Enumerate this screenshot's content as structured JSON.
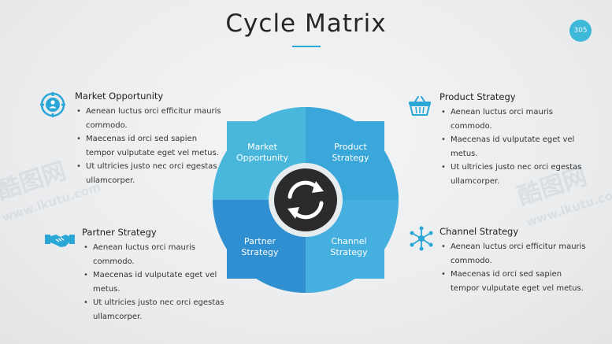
{
  "title": "Cycle Matrix",
  "page_number": "305",
  "quadrants": {
    "top_left": "Market Opportunity",
    "top_right": "Product Strategy",
    "bottom_left": "Partner Strategy",
    "bottom_right": "Channel Strategy"
  },
  "blocks": {
    "market": {
      "heading": "Market Opportunity",
      "bullets": [
        "Aenean luctus orci efficitur mauris",
        "commodo.",
        "Maecenas id orci sed sapien",
        "tempor vulputate eget vel metus.",
        "Ut ultricies justo nec orci egestas",
        "ullamcorper."
      ]
    },
    "product": {
      "heading": "Product Strategy",
      "bullets": [
        "Aenean luctus orci mauris",
        "commodo.",
        "Maecenas id vulputate eget vel",
        "metus.",
        "Ut ultricies justo nec orci egestas",
        "ullamcorper."
      ]
    },
    "partner": {
      "heading": "Partner Strategy",
      "bullets": [
        "Aenean luctus orci mauris",
        "commodo.",
        "Maecenas id vulputate eget vel",
        "metus.",
        "Ut ultricies justo nec orci egestas",
        "ullamcorper."
      ]
    },
    "channel": {
      "heading": "Channel Strategy",
      "bullets": [
        "Aenean luctus orci efficitur mauris",
        "commodo.",
        "Maecenas id orci sed sapien",
        "tempor vulputate eget vel metus."
      ]
    }
  },
  "watermark": {
    "brand": "酷图网",
    "url": "www.ikutu.com"
  },
  "colors": {
    "accent": "#2aa7d6",
    "ring": "#3a9fd0",
    "q_top_left": "#49b7dc",
    "q_top_right": "#3aa7da",
    "q_bottom_left": "#2f8fd0",
    "q_bottom_right": "#45b0e0",
    "center": "#2b2b2b"
  },
  "icons": {
    "market": "target-user-icon",
    "product": "basket-icon",
    "partner": "handshake-icon",
    "channel": "network-icon",
    "center": "cycle-arrows-icon"
  }
}
